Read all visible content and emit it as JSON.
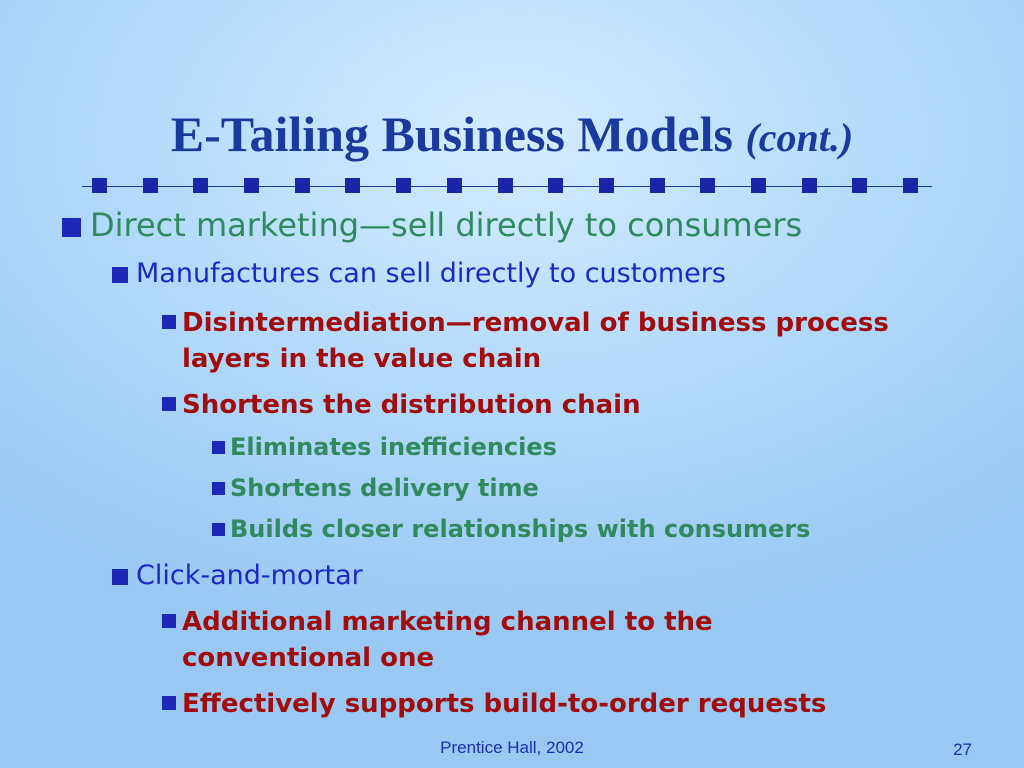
{
  "slide": {
    "title_main": "E-Tailing Business Models",
    "title_suffix": "(cont.)",
    "bullets": {
      "b1": "Direct marketing—sell directly to consumers",
      "b1_1": "Manufactures can sell directly to customers",
      "b1_1_1": "Disintermediation—removal of business process layers in the value chain",
      "b1_1_2": "Shortens the distribution chain",
      "b1_1_2_1": "Eliminates inefficiencies",
      "b1_1_2_2": "Shortens delivery time",
      "b1_1_2_3": "Builds closer relationships with consumers",
      "b1_2": "Click-and-mortar",
      "b1_2_1": "Additional marketing channel to the conventional one",
      "b1_2_2": "Effectively supports build-to-order requests"
    },
    "footer": "Prentice Hall, 2002",
    "page_number": "27"
  },
  "colors": {
    "title": "#1a3a9e",
    "level1_text": "#2f8a5e",
    "level2_text": "#1d27c9",
    "level3_text": "#a10d0d",
    "level4_text": "#2f8a5e",
    "bullet": "#1e28b8"
  },
  "icons": {
    "bullet": "square-bullet-icon",
    "title_rule": "square-dotted-rule"
  }
}
